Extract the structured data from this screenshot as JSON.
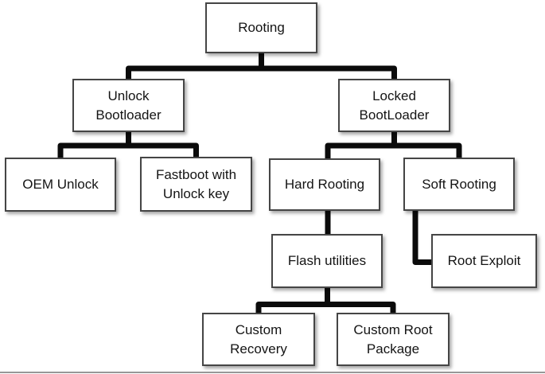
{
  "diagram": {
    "type": "tree",
    "topic": "Rooting",
    "nodes": {
      "rooting": {
        "label": "Rooting"
      },
      "unlock_bootloader": {
        "label": "Unlock Bootloader"
      },
      "locked_bootloader": {
        "label": "Locked BootLoader"
      },
      "oem_unlock": {
        "label": "OEM Unlock"
      },
      "fastboot_unlock_key": {
        "label": "Fastboot with Unlock key"
      },
      "hard_rooting": {
        "label": "Hard Rooting"
      },
      "soft_rooting": {
        "label": "Soft Rooting"
      },
      "flash_utilities": {
        "label": "Flash utilities"
      },
      "root_exploit": {
        "label": "Root Exploit"
      },
      "custom_recovery": {
        "label": "Custom Recovery"
      },
      "custom_root_package": {
        "label": "Custom Root Package"
      }
    },
    "edges": [
      {
        "from": "Rooting",
        "to": "Unlock Bootloader"
      },
      {
        "from": "Rooting",
        "to": "Locked BootLoader"
      },
      {
        "from": "Unlock Bootloader",
        "to": "OEM Unlock"
      },
      {
        "from": "Unlock Bootloader",
        "to": "Fastboot with Unlock key"
      },
      {
        "from": "Locked BootLoader",
        "to": "Hard Rooting"
      },
      {
        "from": "Locked BootLoader",
        "to": "Soft Rooting"
      },
      {
        "from": "Hard Rooting",
        "to": "Flash utilities"
      },
      {
        "from": "Soft Rooting",
        "to": "Root Exploit"
      },
      {
        "from": "Flash utilities",
        "to": "Custom Recovery"
      },
      {
        "from": "Flash utilities",
        "to": "Custom Root Package"
      }
    ],
    "colors": {
      "connector": "#0b0b0b",
      "box_border": "#454545",
      "box_background": "#ffffff",
      "text": "#141414",
      "page_background": "#ffffff",
      "bottom_rule": "#979797"
    }
  }
}
